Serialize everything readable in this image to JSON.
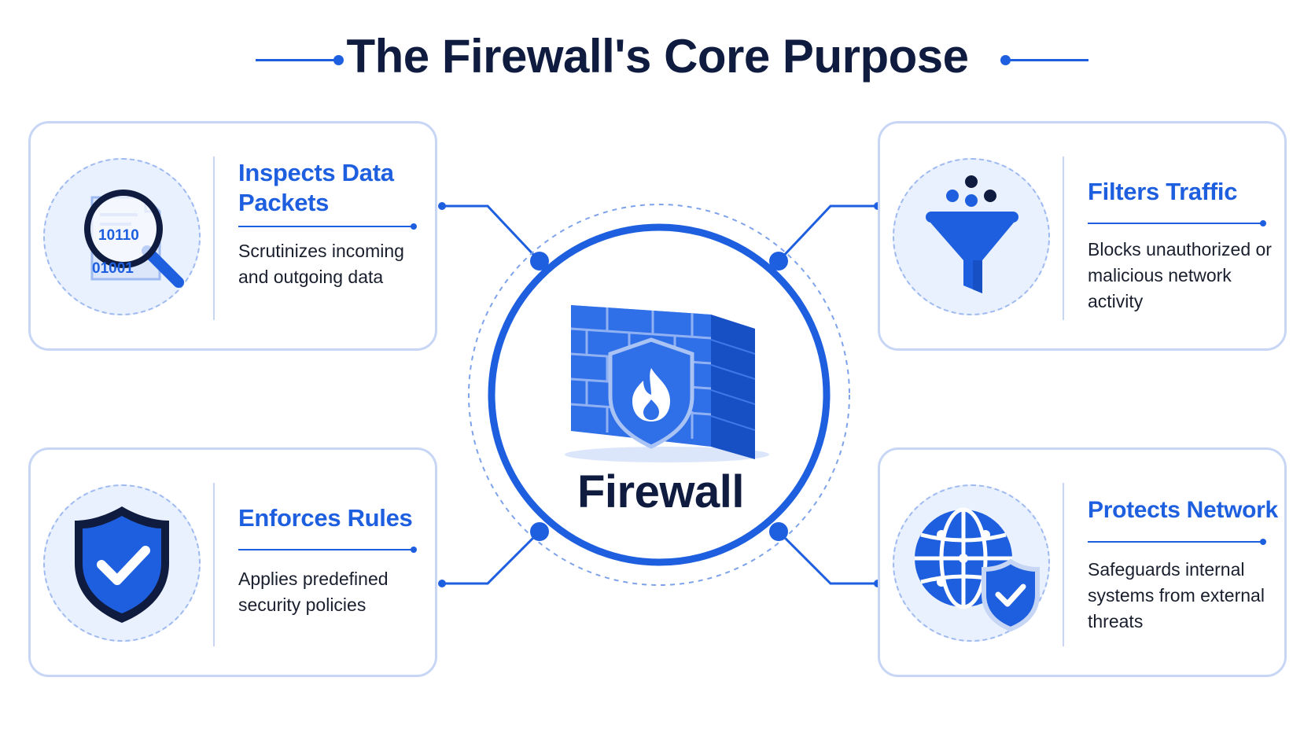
{
  "title": "The Firewall's Core Purpose",
  "hub": {
    "label": "Firewall",
    "icon": "brick-wall-shield-flame-icon"
  },
  "colors": {
    "accent": "#1e5fe0",
    "navy": "#0f1c3f",
    "card_border": "#c7d6f5",
    "icon_bg": "#eaf1fe"
  },
  "cards": [
    {
      "heading": "Inspects Data Packets",
      "description": "Scrutinizes incoming and outgoing data",
      "icon": "magnifier-binary-document-icon",
      "binary": [
        "10110",
        "01001"
      ]
    },
    {
      "heading": "Filters Traffic",
      "description": "Blocks unauthorized or malicious network activity",
      "icon": "funnel-icon"
    },
    {
      "heading": "Enforces Rules",
      "description": "Applies predefined security policies",
      "icon": "shield-check-icon"
    },
    {
      "heading": "Protects Network",
      "description": "Safeguards internal systems from external threats",
      "icon": "globe-shield-icon"
    }
  ]
}
